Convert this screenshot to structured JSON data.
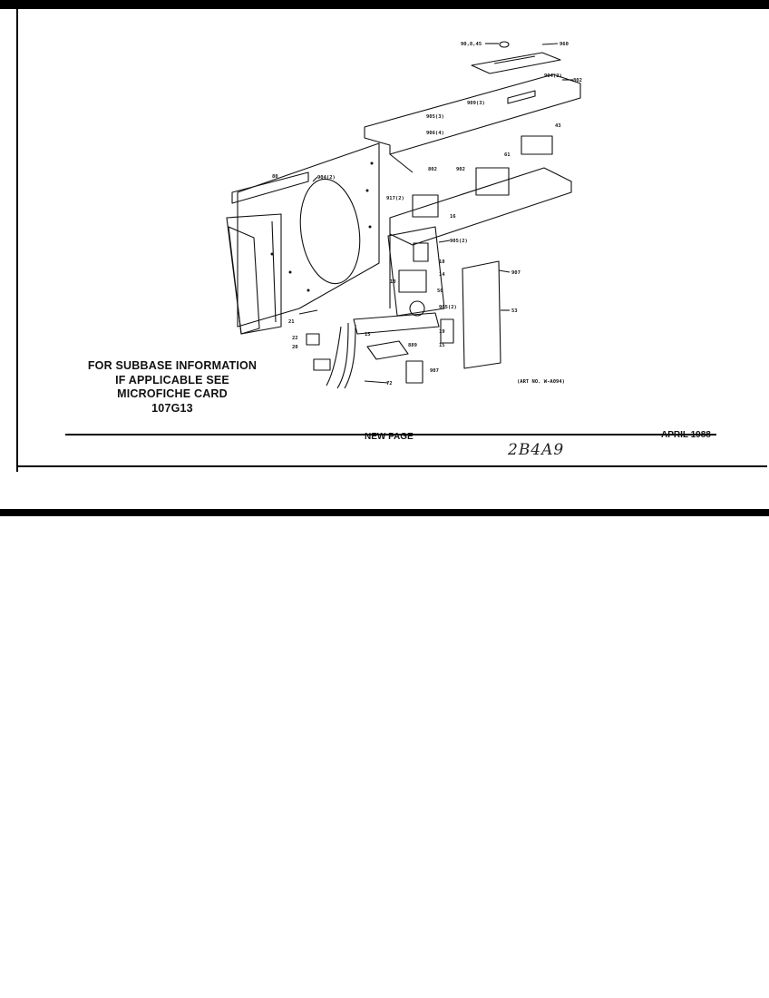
{
  "note": {
    "text": "FOR SUBBASE INFORMATION\nIF APPLICABLE SEE\nMICROFICHE CARD\n107G13"
  },
  "footer": {
    "center": "NEW PAGE",
    "date": "APRIL 1988",
    "handwritten": "2B4A9"
  },
  "diagram": {
    "art_number": "(ART NO. W-A094)",
    "callouts": [
      {
        "id": "c1",
        "text": "90,8,45"
      },
      {
        "id": "c2",
        "text": "960"
      },
      {
        "id": "c3",
        "text": "802"
      },
      {
        "id": "c4",
        "text": "904(2)"
      },
      {
        "id": "c5",
        "text": "909(3)"
      },
      {
        "id": "c6",
        "text": "905(3)"
      },
      {
        "id": "c7",
        "text": "906(4)"
      },
      {
        "id": "c8",
        "text": "43"
      },
      {
        "id": "c9",
        "text": "61"
      },
      {
        "id": "c10",
        "text": "904(2)"
      },
      {
        "id": "c11",
        "text": "802"
      },
      {
        "id": "c12",
        "text": "80"
      },
      {
        "id": "c13",
        "text": "902"
      },
      {
        "id": "c14",
        "text": "917(2)"
      },
      {
        "id": "c15",
        "text": "16"
      },
      {
        "id": "c16",
        "text": "905(2)"
      },
      {
        "id": "c17",
        "text": "18"
      },
      {
        "id": "c18",
        "text": "907"
      },
      {
        "id": "c19",
        "text": "50"
      },
      {
        "id": "c20",
        "text": "10"
      },
      {
        "id": "c21",
        "text": "14"
      },
      {
        "id": "c22",
        "text": "905(2)"
      },
      {
        "id": "c23",
        "text": "19"
      },
      {
        "id": "c24",
        "text": "53"
      },
      {
        "id": "c25",
        "text": "21"
      },
      {
        "id": "c26",
        "text": "22"
      },
      {
        "id": "c27",
        "text": "20"
      },
      {
        "id": "c28",
        "text": "15"
      },
      {
        "id": "c29",
        "text": "889"
      },
      {
        "id": "c30",
        "text": "907"
      },
      {
        "id": "c31",
        "text": "72"
      },
      {
        "id": "c32",
        "text": "15"
      }
    ]
  }
}
